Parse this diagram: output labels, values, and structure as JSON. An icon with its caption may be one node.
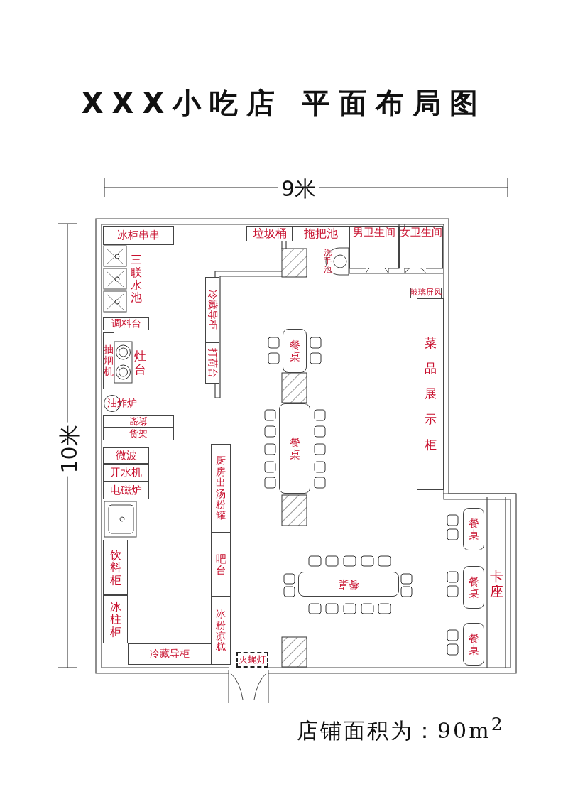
{
  "diagram": {
    "title": "XXX小吃店 平面布局图",
    "nodes": [
      {
        "text": [
          "冰柜串串"
        ]
      },
      {
        "text": [
          "三联水池"
        ]
      },
      {
        "text": [
          "调料台"
        ]
      },
      {
        "text": [
          "抽烟机"
        ]
      },
      {
        "text": [
          "灶台"
        ]
      },
      {
        "text": [
          "油炸炉"
        ]
      },
      {
        "text": [
          "货架"
        ]
      },
      {
        "text": [
          "货架"
        ]
      },
      {
        "text": [
          "微波"
        ]
      },
      {
        "text": [
          "开水机"
        ]
      },
      {
        "text": [
          "电磁炉"
        ]
      },
      {
        "text": [
          "饮料柜"
        ]
      },
      {
        "text": [
          "冰柱柜"
        ]
      },
      {
        "text": [
          "冷藏导柜"
        ]
      },
      {
        "text": [
          "冷藏导柜"
        ]
      },
      {
        "text": [
          "打荷台"
        ]
      },
      {
        "text": [
          "厨房出汤粉罐"
        ]
      },
      {
        "text": [
          "吧台"
        ]
      },
      {
        "text": [
          "冰粉凉糕"
        ]
      },
      {
        "text": [
          "垃圾桶"
        ]
      },
      {
        "text": [
          "拖把池"
        ]
      },
      {
        "text": [
          "洗手池"
        ]
      },
      {
        "text": [
          "男卫生间"
        ]
      },
      {
        "text": [
          "女卫生间"
        ]
      },
      {
        "text": [
          "玻璃屏风"
        ]
      },
      {
        "text": [
          "菜品展示柜"
        ]
      },
      {
        "text": [
          "餐桌"
        ]
      },
      {
        "text": [
          "餐桌"
        ]
      },
      {
        "text": [
          "餐桌"
        ]
      },
      {
        "text": [
          "餐桌"
        ]
      },
      {
        "text": [
          "餐桌"
        ]
      },
      {
        "text": [
          "餐桌"
        ]
      },
      {
        "text": [
          "卡座"
        ]
      },
      {
        "text": [
          "灭蝇灯"
        ]
      }
    ],
    "labels": [
      "9米",
      "10米",
      "店铺面积为：90m$^{2}$"
    ]
  }
}
